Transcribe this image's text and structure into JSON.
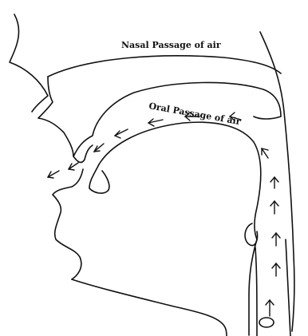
{
  "diagram": {
    "labels": {
      "nasal_passage": "Nasal Passage of air",
      "oral_passage": "Oral Passage of air"
    },
    "airflow_direction": "from trachea upward and out through the mouth"
  }
}
